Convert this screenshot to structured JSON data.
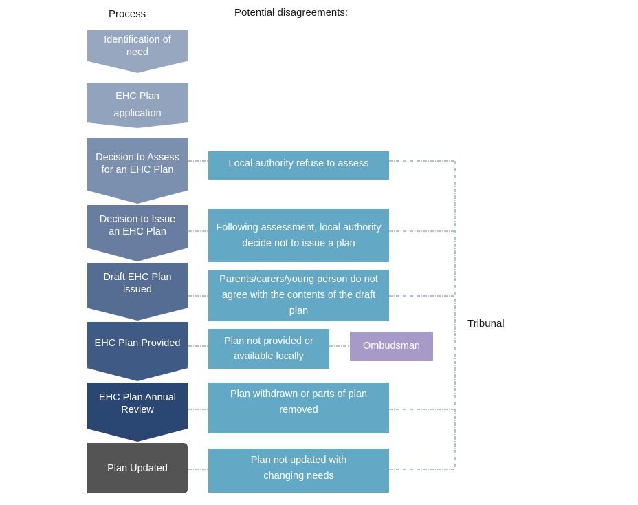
{
  "headers": {
    "process": "Process",
    "disagreements": "Potential disagreements:"
  },
  "process_steps": [
    {
      "label": "Identification of need"
    },
    {
      "label": "EHC Plan application"
    },
    {
      "label": "Decision to Assess for an EHC Plan"
    },
    {
      "label": "Decision to Issue an EHC Plan"
    },
    {
      "label": "Draft EHC Plan issued"
    },
    {
      "label": "EHC Plan Provided"
    },
    {
      "label": "EHC Plan Annual Review"
    },
    {
      "label": "Plan Updated"
    }
  ],
  "disagreements": [
    {
      "label": "Local authority refuse to assess"
    },
    {
      "label": "Following assessment, local authority decide not to issue a plan"
    },
    {
      "label": "Parents/carers/young person do not agree with the contents of the draft plan"
    },
    {
      "label": "Plan not provided or available locally"
    },
    {
      "label": "Plan withdrawn or parts of plan removed"
    },
    {
      "label": "Plan not updated with changing needs"
    }
  ],
  "ombudsman": {
    "label": "Ombudsman"
  },
  "tribunal": {
    "label": "Tribunal"
  },
  "colors": {
    "step_1": "#97a7c0",
    "step_2": "#92a3bd",
    "step_3": "#7b8fae",
    "step_4": "#687d9f",
    "step_5": "#566d93",
    "step_6": "#3f5a84",
    "step_7": "#2a4673",
    "step_8": "#545454",
    "disagreement_box": "#63a8c4",
    "ombudsman_box": "#a79ac9",
    "connector": "#6b7fa8"
  }
}
